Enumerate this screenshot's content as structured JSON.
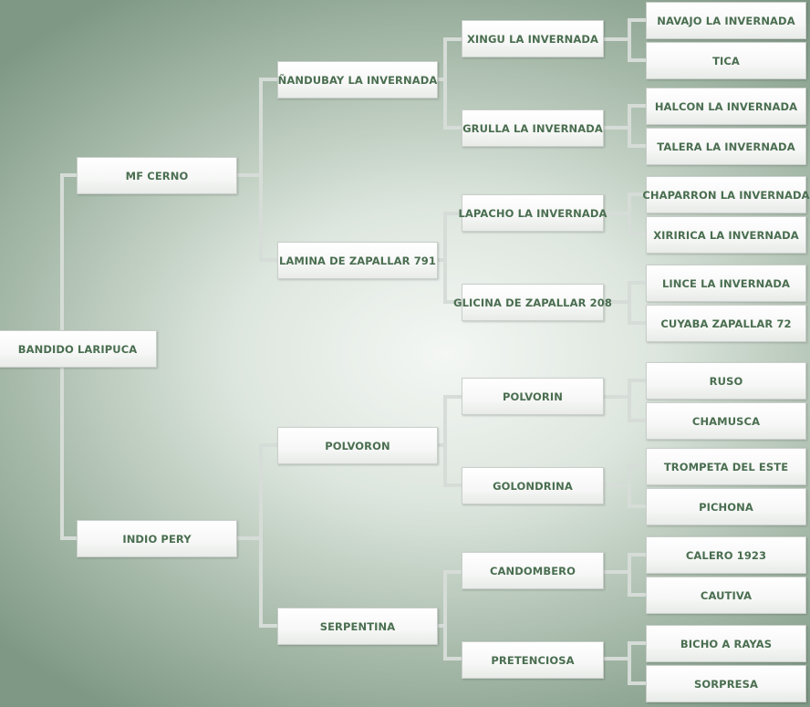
{
  "pedigree": {
    "subject": "BANDIDO LARIPUCA",
    "sire": {
      "name": "MF CERNO",
      "sire": {
        "name": "ÑANDUBAY LA INVERNADA",
        "sire": {
          "name": "XINGU LA INVERNADA",
          "sire": "NAVAJO LA INVERNADA",
          "dam": "TICA"
        },
        "dam": {
          "name": "GRULLA LA INVERNADA",
          "sire": "HALCON LA INVERNADA",
          "dam": "TALERA LA INVERNADA"
        }
      },
      "dam": {
        "name": "LAMINA DE ZAPALLAR 791",
        "sire": {
          "name": "LAPACHO LA INVERNADA",
          "sire": "CHAPARRON LA INVERNADA",
          "dam": "XIRIRICA LA INVERNADA"
        },
        "dam": {
          "name": "GLICINA DE ZAPALLAR 208",
          "sire": "LINCE LA INVERNADA",
          "dam": "CUYABA ZAPALLAR 72"
        }
      }
    },
    "dam": {
      "name": "INDIO PERY",
      "sire": {
        "name": "POLVORON",
        "sire": {
          "name": "POLVORIN",
          "sire": "RUSO",
          "dam": "CHAMUSCA"
        },
        "dam": {
          "name": "GOLONDRINA",
          "sire": "TROMPETA DEL ESTE",
          "dam": "PICHONA"
        }
      },
      "dam": {
        "name": "SERPENTINA",
        "sire": {
          "name": "CANDOMBERO",
          "sire": "CALERO 1923",
          "dam": "CAUTIVA"
        },
        "dam": {
          "name": "PRETENCIOSA",
          "sire": "BICHO A RAYAS",
          "dam": "SORPRESA"
        }
      }
    }
  }
}
